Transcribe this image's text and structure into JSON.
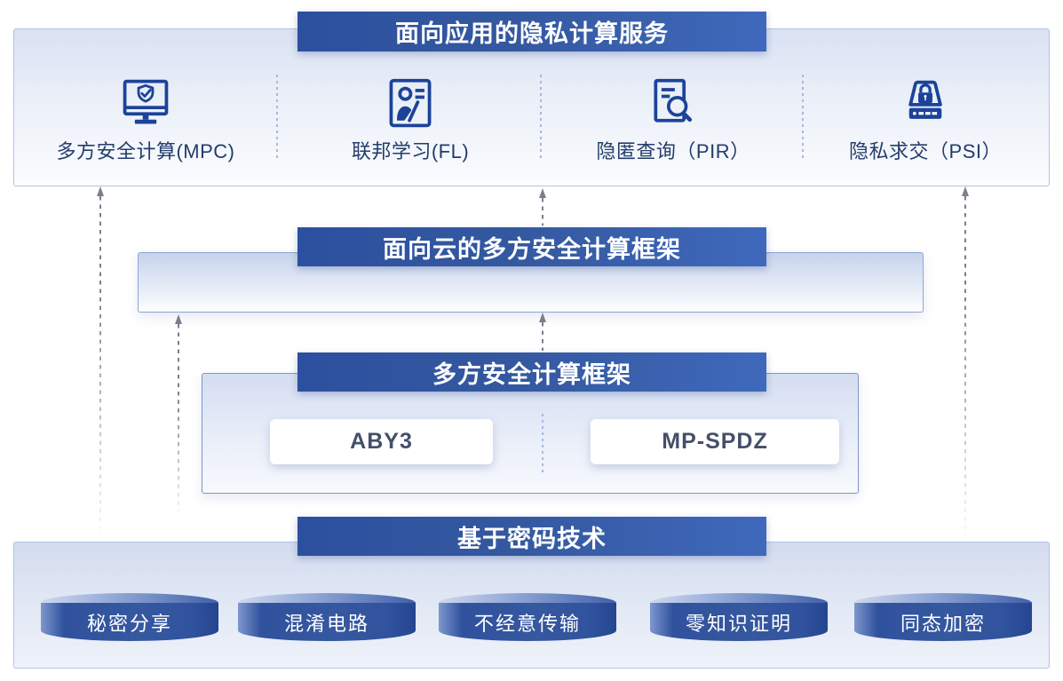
{
  "services": {
    "title": "面向应用的隐私计算服务",
    "items": [
      {
        "label": "多方安全计算(MPC)",
        "icon": "monitor-shield-icon"
      },
      {
        "label": "联邦学习(FL)",
        "icon": "person-card-icon"
      },
      {
        "label": "隐匿查询（PIR）",
        "icon": "document-magnifier-icon"
      },
      {
        "label": "隐私求交（PSI）",
        "icon": "safe-lock-icon"
      }
    ]
  },
  "cloud_framework": {
    "title": "面向云的多方安全计算框架"
  },
  "mpc_framework": {
    "title": "多方安全计算框架",
    "items": [
      {
        "label": "ABY3"
      },
      {
        "label": "MP-SPDZ"
      }
    ]
  },
  "crypto_base": {
    "title": "基于密码技术",
    "items": [
      {
        "label": "秘密分享"
      },
      {
        "label": "混淆电路"
      },
      {
        "label": "不经意传输"
      },
      {
        "label": "零知识证明"
      },
      {
        "label": "同态加密"
      }
    ]
  },
  "colors": {
    "banner_gradient_start": "#2c509f",
    "banner_gradient_end": "#3f69bc",
    "icon_blue": "#1c439a",
    "label_navy": "#233d6c",
    "framework_text": "#44506a",
    "cylinder_blue": "#33549e",
    "arrow_gray": "#7a808b",
    "divider_blue": "#a7b9de"
  }
}
